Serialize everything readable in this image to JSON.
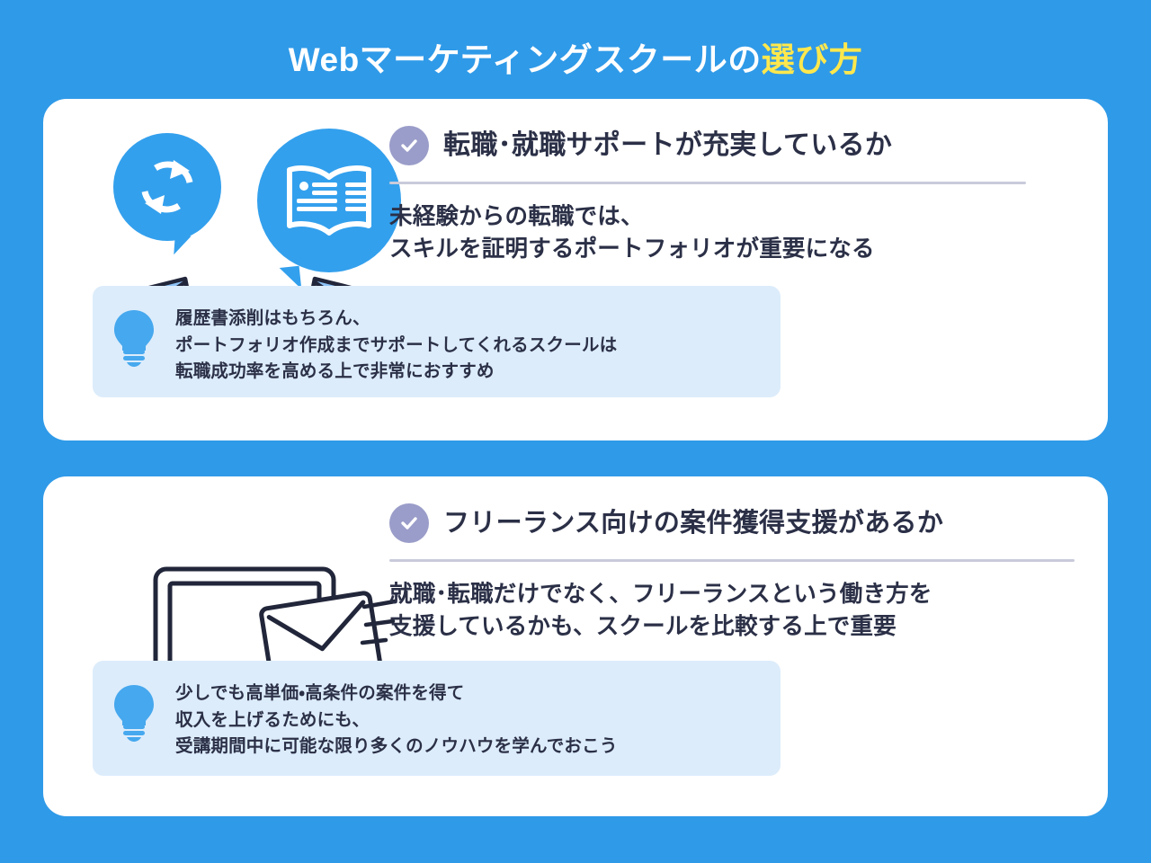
{
  "title": {
    "main": "Webマーケティングスクールの",
    "accent": "選び方"
  },
  "colors": {
    "background": "#2f9ae8",
    "card": "#ffffff",
    "title_accent": "#ffe84d",
    "heading_text": "#2b3047",
    "check_circle": "#9a9dc9",
    "divider": "#c9cbdb",
    "tip_background": "#dcecfb",
    "icon_blue": "#33a0ed",
    "illustration_line": "#22263a",
    "illustration_fill": "#8dc3f7"
  },
  "cards": [
    {
      "heading": "転職･就職サポートが充実しているか",
      "body": "未経験からの転職では、\nスキルを証明するポートフォリオが重要になる",
      "tip": "履歴書添削はもちろん、\nポートフォリオ作成までサポートしてくれるスクールは\n転職成功率を高める上で非常におすすめ",
      "check_icon": "check-circle-icon",
      "tip_icon": "lightbulb-icon",
      "illustration": "handshake-with-speech-bubbles",
      "illustration_parts": [
        "refresh-arrows-speech-bubble-icon",
        "open-book-speech-bubble-icon",
        "handshake-illustration"
      ]
    },
    {
      "heading": "フリーランス向けの案件獲得支援があるか",
      "body": "就職･転職だけでなく、フリーランスという働き方を\n支援しているかも、スクールを比較する上で重要",
      "tip": "少しでも高単価・高条件の案件を得て\n収入を上げるためにも、\n受講期間中に可能な限り多くのノウハウを学んでおこう",
      "check_icon": "check-circle-icon",
      "tip_icon": "lightbulb-icon",
      "illustration": "laptop-with-flying-envelope",
      "illustration_parts": [
        "laptop-illustration",
        "envelope-icon",
        "motion-lines"
      ]
    }
  ]
}
